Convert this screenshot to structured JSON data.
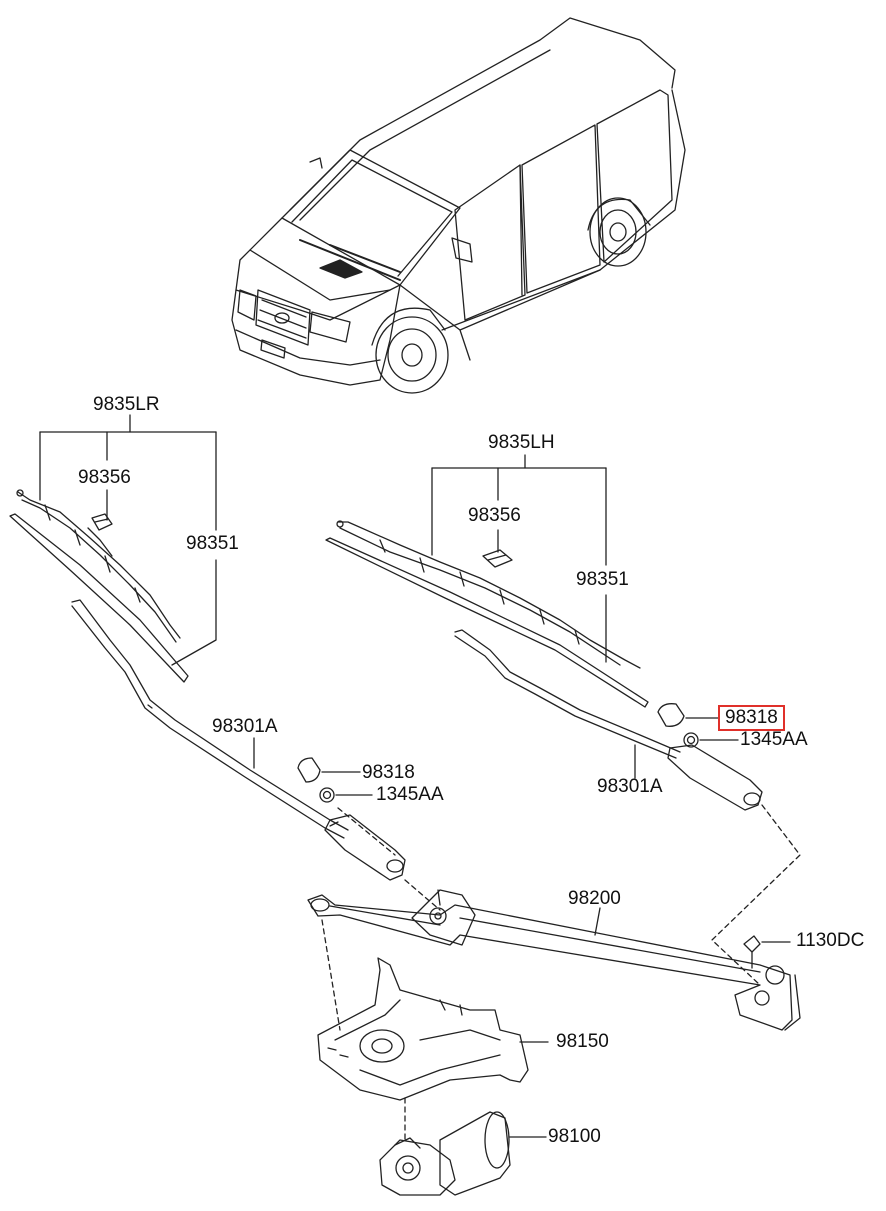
{
  "labels": {
    "rear_assembly": "9835LR",
    "rear_clip": "98356",
    "rear_blade": "98351",
    "rear_arm": "98301A",
    "rear_cap": "98318",
    "rear_nut": "1345AA",
    "front_assembly": "9835LH",
    "front_clip": "98356",
    "front_blade": "98351",
    "front_cap_highlighted": "98318",
    "front_nut": "1345AA",
    "front_arm": "98301A",
    "linkage": "98200",
    "bolt": "1130DC",
    "bracket": "98150",
    "motor": "98100"
  },
  "highlight_color": "#e0302a"
}
